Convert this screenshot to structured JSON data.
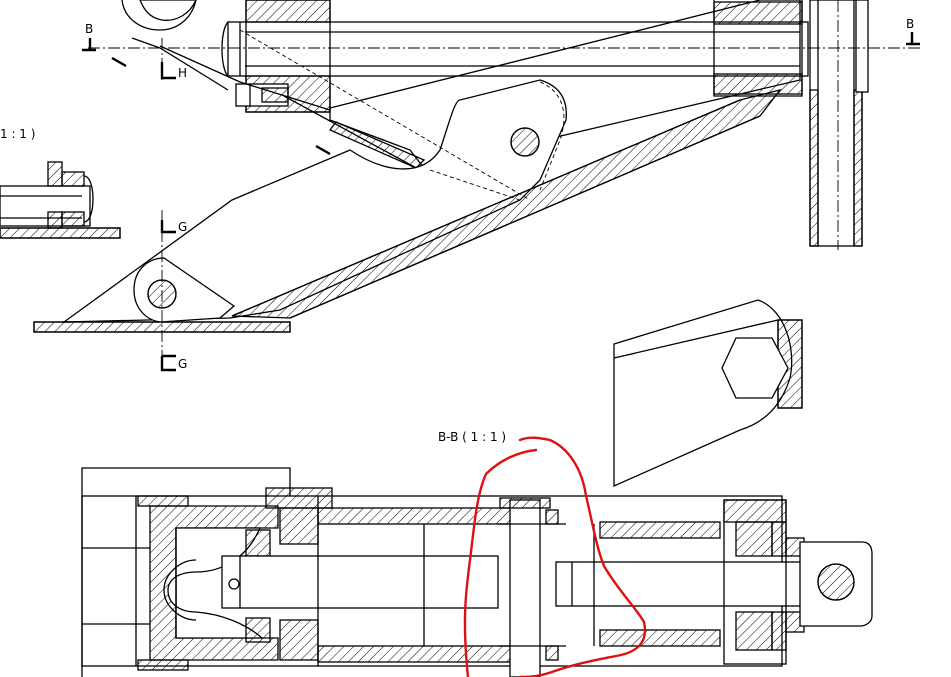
{
  "labels": {
    "section_b_left": "B",
    "section_b_right": "B",
    "section_h": "H",
    "section_g_top": "G",
    "section_g_bottom": "G",
    "scale_partial": "1 : 1 )",
    "section_bb_title": "B-B ( 1 : 1 )"
  },
  "colors": {
    "line": "#000000",
    "background": "#ffffff",
    "markup": "#e01010"
  },
  "annotations": [
    {
      "type": "freehand-outline",
      "color": "#e01010"
    }
  ]
}
